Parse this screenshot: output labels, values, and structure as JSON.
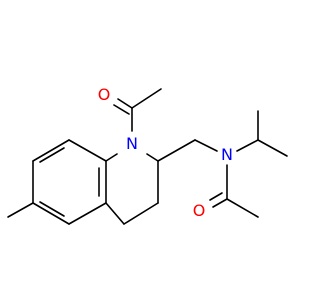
{
  "molecule": {
    "atoms": [
      {
        "id": "N1",
        "symbol": "N",
        "color": "#0000ff"
      },
      {
        "id": "N2",
        "symbol": "N",
        "color": "#0000ff"
      },
      {
        "id": "O1",
        "symbol": "O",
        "color": "#ff0000"
      },
      {
        "id": "O2",
        "symbol": "O",
        "color": "#ff0000"
      }
    ],
    "bond_color": "#000000"
  }
}
